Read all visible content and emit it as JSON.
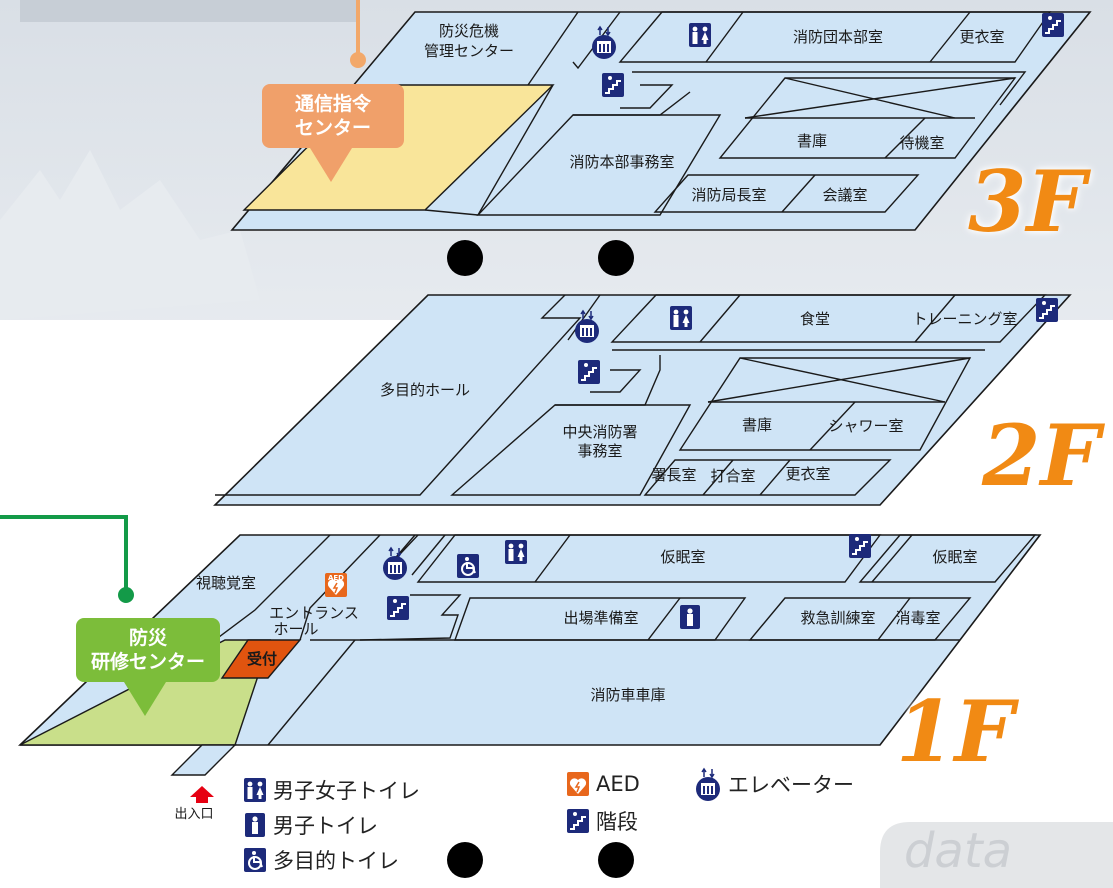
{
  "floors": {
    "f3": {
      "label": "3F",
      "callout_line1": "通信指令",
      "callout_line2": "センター",
      "rooms": {
        "bousai_kiki_1": "防災危機",
        "bousai_kiki_2": "管理センター",
        "shobodan_honbu": "消防団本部室",
        "koui": "更衣室",
        "shoko": "書庫",
        "taiki": "待機室",
        "honbu_jimu": "消防本部事務室",
        "kyokucho": "消防局長室",
        "kaigi": "会議室"
      }
    },
    "f2": {
      "label": "2F",
      "rooms": {
        "tamokuteki_hall": "多目的ホール",
        "shokudo": "食堂",
        "training": "トレーニング室",
        "chuo_1": "中央消防署",
        "chuo_2": "事務室",
        "shoko": "書庫",
        "shower": "シャワー室",
        "shocho": "署長室",
        "uchiawase": "打合室",
        "koui": "更衣室"
      }
    },
    "f1": {
      "label": "1F",
      "callout_line1": "防災",
      "callout_line2": "研修センター",
      "rooms": {
        "shichokaku": "視聴覚室",
        "entrance_1": "エントランス",
        "entrance_2": "ホール",
        "uketsuke": "受付",
        "kamin_1": "仮眠室",
        "kamin_2": "仮眠室",
        "shutsujo": "出場準備室",
        "kyukyu": "救急訓練室",
        "shodoku": "消毒室",
        "shako": "消防車車庫",
        "deiriguchi": "出入口"
      }
    }
  },
  "aed_badge": "AED",
  "legend": {
    "toilet_mf": "男子女子トイレ",
    "toilet_m": "男子トイレ",
    "toilet_multi": "多目的トイレ",
    "aed": "AED",
    "stairs": "階段",
    "elevator": "エレベーター"
  },
  "watermark": "data",
  "colors": {
    "floor_fill": "#cfe4f6",
    "outline": "#1a1a1a",
    "floor_label": "#f18a14",
    "callout_orange": "#f0a06a",
    "callout_green": "#7cbd3a",
    "highlight_yellow": "#f9e59a",
    "highlight_green": "#c9df8a",
    "reception": "#e0540f",
    "icon_navy": "#1d2a7a",
    "leader_green": "#139a48",
    "leader_orange": "#f2a86a",
    "entrance_arrow": "#e60012"
  },
  "icons": [
    "toilet-mf-icon",
    "toilet-m-icon",
    "toilet-multi-icon",
    "aed-icon",
    "stairs-icon",
    "elevator-icon",
    "entrance-arrow-icon"
  ]
}
